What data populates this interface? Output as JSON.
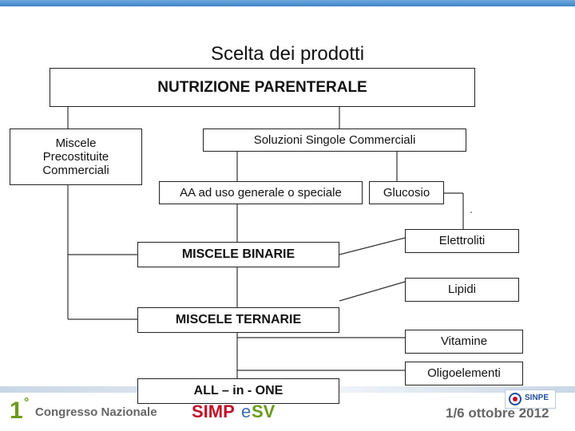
{
  "title": "Scelta dei prodotti",
  "diagram": {
    "root": "NUTRIZIONE PARENTERALE",
    "premixed": [
      "Miscele",
      "Precostituite",
      "Commerciali"
    ],
    "single_solutions": "Soluzioni Singole Commerciali",
    "amino_acids": "AA ad uso generale o speciale",
    "glucose": "Glucosio",
    "binary": "MISCELE BINARIE",
    "ternary": "MISCELE TERNARIE",
    "all_in_one": "ALL – in - ONE",
    "additives": [
      "Elettroliti",
      "Lipidi",
      "Vitamine",
      "Oligoelementi"
    ]
  },
  "footer": {
    "number": "1",
    "degree": "°",
    "congress": "Congresso Nazionale",
    "simp": "SIMP",
    "e": "e",
    "sv": "SV",
    "date": "1/6 ottobre 2012",
    "logo_text": "SINPE"
  },
  "colors": {
    "title_bar": "#3d85c6",
    "simp_red": "#c0112b",
    "green": "#6a9a1a"
  }
}
